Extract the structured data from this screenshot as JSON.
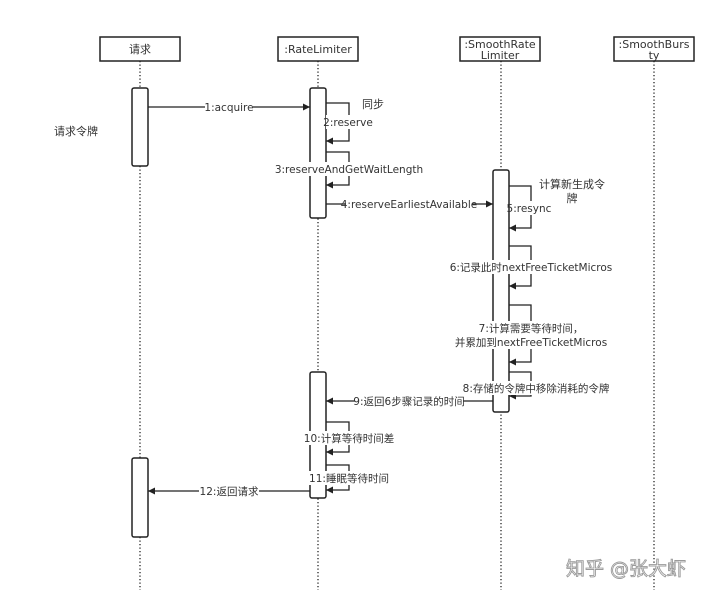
{
  "diagram": {
    "type": "sequence",
    "colors": {
      "line": "#222222",
      "text": "#333333",
      "background": "#ffffff",
      "watermark": "#9a9a9a"
    },
    "participants": [
      {
        "id": "request",
        "lines": [
          "请求"
        ]
      },
      {
        "id": "ratelimiter",
        "lines": [
          ":RateLimiter"
        ]
      },
      {
        "id": "smoothratelimiter",
        "lines": [
          ":SmoothRate",
          "Limiter"
        ]
      },
      {
        "id": "smoothbursty",
        "lines": [
          ":SmoothBurs",
          "ty"
        ]
      }
    ],
    "notes": [
      {
        "id": "request-token-note",
        "text": "请求令牌"
      },
      {
        "id": "sync-note",
        "text": "同步"
      },
      {
        "id": "resync-note",
        "lines": [
          "计算新生成令",
          "牌"
        ]
      }
    ],
    "messages": [
      {
        "num": "1",
        "label": "1:acquire",
        "from": "request",
        "to": "ratelimiter",
        "kind": "call"
      },
      {
        "num": "2",
        "label": "2:reserve",
        "from": "ratelimiter",
        "to": "ratelimiter",
        "kind": "self"
      },
      {
        "num": "3",
        "label": "3:reserveAndGetWaitLength",
        "from": "ratelimiter",
        "to": "ratelimiter",
        "kind": "self"
      },
      {
        "num": "4",
        "label": "4:reserveEarliestAvailable",
        "from": "ratelimiter",
        "to": "smoothratelimiter",
        "kind": "call"
      },
      {
        "num": "5",
        "label": "5:resync",
        "from": "smoothratelimiter",
        "to": "smoothratelimiter",
        "kind": "self"
      },
      {
        "num": "6",
        "label": "6:记录此时nextFreeTicketMicros",
        "from": "smoothratelimiter",
        "to": "smoothratelimiter",
        "kind": "self"
      },
      {
        "num": "7",
        "lines": [
          "7:计算需要等待时间，",
          "并累加到nextFreeTicketMicros"
        ],
        "from": "smoothratelimiter",
        "to": "smoothratelimiter",
        "kind": "self"
      },
      {
        "num": "8",
        "label": "8:存储的令牌中移除消耗的令牌",
        "from": "smoothratelimiter",
        "to": "smoothratelimiter",
        "kind": "self"
      },
      {
        "num": "9",
        "label": "9:返回6步骤记录的时间",
        "from": "smoothratelimiter",
        "to": "ratelimiter",
        "kind": "return"
      },
      {
        "num": "10",
        "label": "10:计算等待时间差",
        "from": "ratelimiter",
        "to": "ratelimiter",
        "kind": "self"
      },
      {
        "num": "11",
        "label": "11:睡眠等待时间",
        "from": "ratelimiter",
        "to": "ratelimiter",
        "kind": "self"
      },
      {
        "num": "12",
        "label": "12:返回请求",
        "from": "ratelimiter",
        "to": "request",
        "kind": "return"
      }
    ],
    "watermark": "知乎 @张大虾"
  }
}
